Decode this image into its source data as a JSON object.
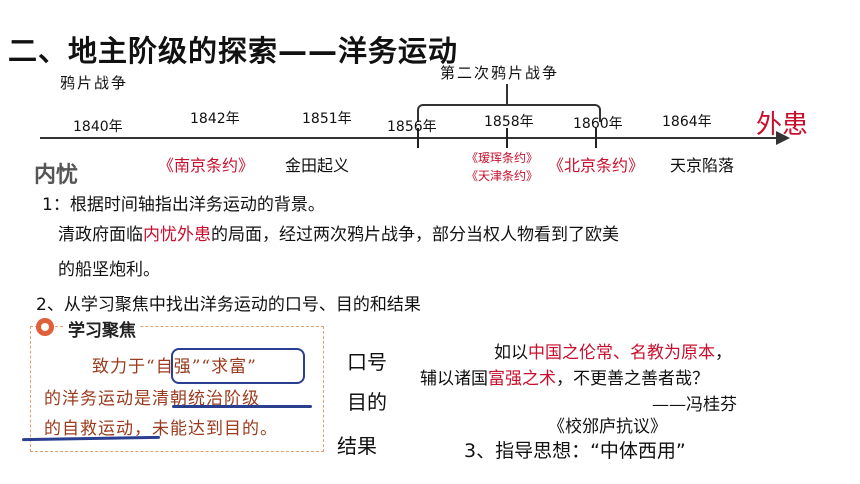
{
  "title": "二、地主阶级的探索——洋务运动",
  "timeline": {
    "top_events": {
      "opium_war_1": "鸦片战争",
      "opium_war_2": "第二次鸦片战争"
    },
    "years": [
      "1840年",
      "1842年",
      "1851年",
      "1856年",
      "1858年",
      "1860年",
      "1864年"
    ],
    "external": "外患",
    "internal": "内忧",
    "bottom_events": {
      "nanjing": "《南京条约》",
      "jintian": "金田起义",
      "aihui": "《瑷珲条约》",
      "tianjin": "《天津条约》",
      "beijing": "《北京条约》",
      "tianjing_fall": "天京陷落"
    }
  },
  "q1": {
    "question": "1：根据时间轴指出洋务运动的背景。",
    "answer_pre": "清政府面临",
    "answer_highlight": "内忧外患",
    "answer_post": "的局面，经过两次鸦片战争，部分当权人物看到了欧美",
    "answer_line2": "的船坚炮利。"
  },
  "q2": {
    "question": "2、从学习聚焦中找出洋务运动的口号、目的和结果"
  },
  "focus": {
    "title": "学习聚焦",
    "line1": "致力于“自强”“求富”",
    "line2": "的洋务运动是清朝统治阶级",
    "line3": "的自救运动，未能达到目的。"
  },
  "side_labels": {
    "slogan": "口号",
    "purpose": "目的",
    "result": "结果"
  },
  "quote": {
    "line1_pre": "如以",
    "line1_red": "中国之伦常、名教为原本",
    "line1_post": "，",
    "line2_pre": "辅以诸国",
    "line2_red": "富强之术",
    "line2_post": "，不更善之善者哉？",
    "author": "——冯桂芬",
    "source": "《校邠庐抗议》"
  },
  "q3": "3、指导思想：“中体西用”"
}
